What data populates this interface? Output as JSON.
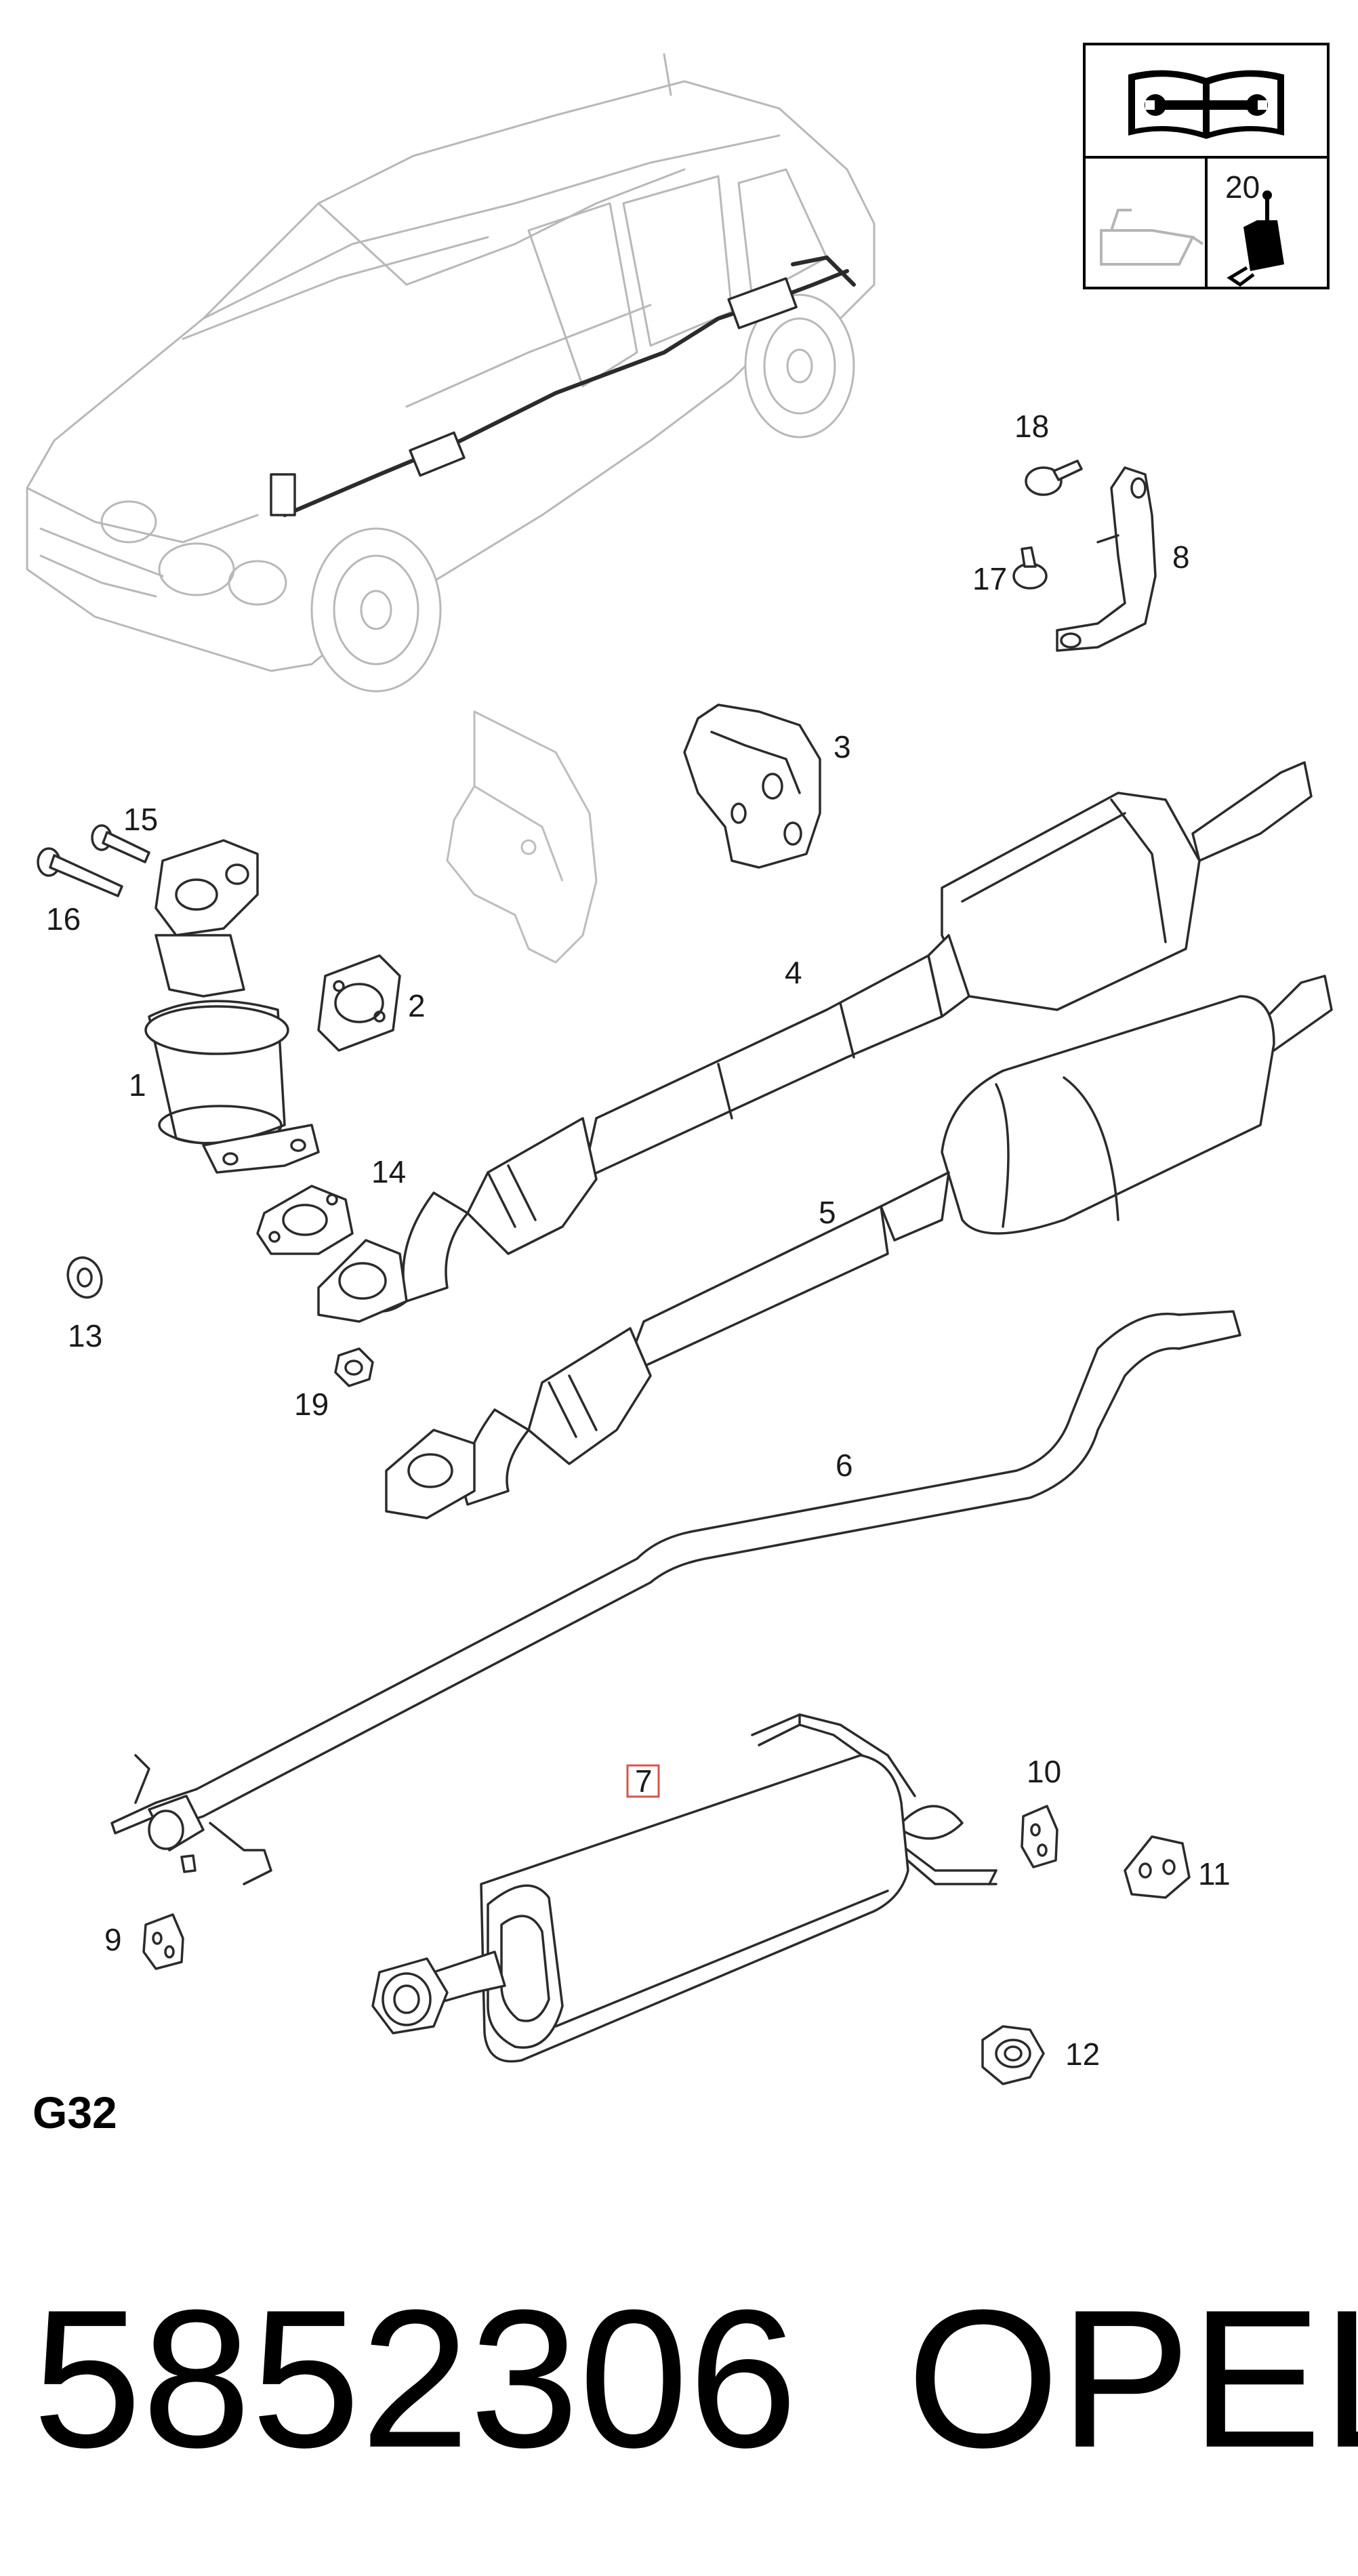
{
  "callouts": {
    "c1": "1",
    "c2": "2",
    "c3": "3",
    "c4": "4",
    "c5": "5",
    "c6": "6",
    "c7": "7",
    "c8": "8",
    "c9": "9",
    "c10": "10",
    "c11": "11",
    "c12": "12",
    "c13": "13",
    "c14": "14",
    "c15": "15",
    "c16": "16",
    "c17": "17",
    "c18": "18",
    "c19": "19",
    "c20": "20"
  },
  "section_code": "G32",
  "part_number": "5852306",
  "brand": "OPEL",
  "highlight_color": "#d9534f",
  "icons": [
    "service-manual-icon",
    "oil-can-icon",
    "sealant-tube-icon"
  ]
}
